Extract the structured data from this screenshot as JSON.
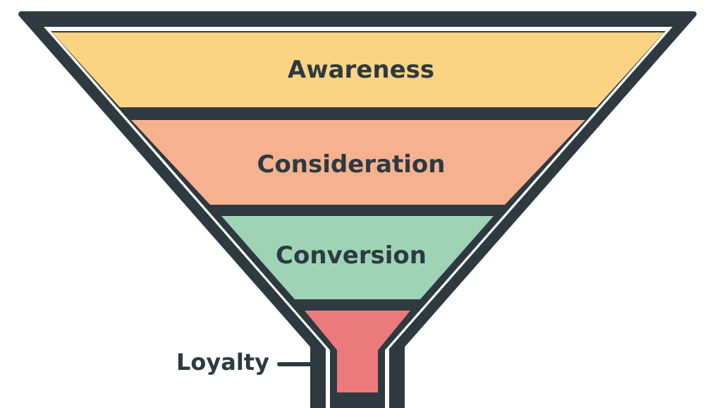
{
  "stages": [
    {
      "label": "Awareness",
      "color": "#fad483"
    },
    {
      "label": "Consideration",
      "color": "#f6b18f"
    },
    {
      "label": "Conversion",
      "color": "#9ed3b6"
    },
    {
      "label": "",
      "color": "#ec7a7d"
    }
  ],
  "side_label": "Loyalty",
  "colors": {
    "outline": "#2e3a40",
    "gap": "#ffffff"
  }
}
